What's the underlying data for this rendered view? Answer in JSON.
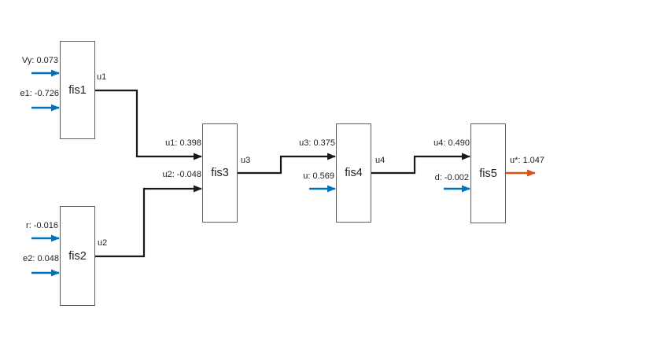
{
  "colors": {
    "input_arrow": "#0072BD",
    "output_arrow": "#D95319",
    "connector": "#1a1a1a",
    "box_border": "#5f5f5f"
  },
  "nodes": [
    {
      "id": "fis1",
      "label": "fis1",
      "inputs": [
        "Vy: 0.073",
        "e1: -0.726"
      ],
      "output_port": "u1"
    },
    {
      "id": "fis2",
      "label": "fis2",
      "inputs": [
        "r: -0.016",
        "e2: 0.048"
      ],
      "output_port": "u2"
    },
    {
      "id": "fis3",
      "label": "fis3",
      "inputs": [
        "u1: 0.398",
        "u2: -0.048"
      ],
      "output_port": "u3"
    },
    {
      "id": "fis4",
      "label": "fis4",
      "inputs": [
        "u3: 0.375",
        "u: 0.569"
      ],
      "output_port": "u4"
    },
    {
      "id": "fis5",
      "label": "fis5",
      "inputs": [
        "u4: 0.490",
        "d: -0.002"
      ],
      "output_port": "u*: 1.047"
    }
  ],
  "connections": [
    {
      "from": "fis1",
      "to": "fis3",
      "label": "u1: 0.398"
    },
    {
      "from": "fis2",
      "to": "fis3",
      "label": "u2: -0.048"
    },
    {
      "from": "fis3",
      "to": "fis4",
      "label": "u3: 0.375"
    },
    {
      "from": "fis4",
      "to": "fis5",
      "label": "u4: 0.490"
    }
  ],
  "final_output": {
    "label": "u*: 1.047"
  }
}
